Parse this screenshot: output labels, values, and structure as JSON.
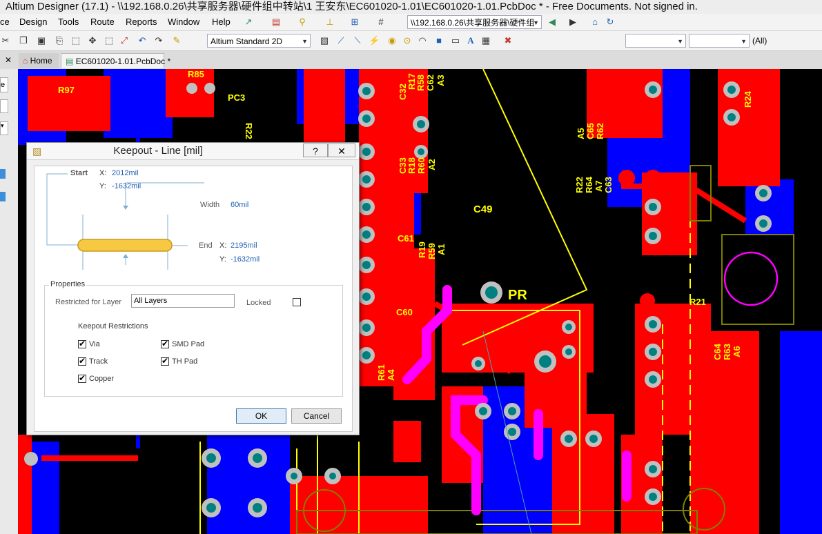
{
  "window": {
    "title": "Altium Designer (17.1) - \\\\192.168.0.26\\共享服务器\\硬件组中转站\\1 王安东\\EC601020-1.01\\EC601020-1.01.PcbDoc * - Free Documents. Not signed in."
  },
  "menu": {
    "items": [
      "ce",
      "Design",
      "Tools",
      "Route",
      "Reports",
      "Window",
      "Help"
    ]
  },
  "toolbar": {
    "path_combo": "\\\\192.168.0.26\\共享服务器\\硬件组",
    "view_combo": "Altium Standard 2D",
    "filter_combo": "(All)"
  },
  "tabs": [
    {
      "label": "Home"
    },
    {
      "label": "EC601020-1.01.PcbDoc *"
    }
  ],
  "left_panel": {
    "fragment": "e"
  },
  "dialog": {
    "title": "Keepout - Line [mil]",
    "help_label": "?",
    "close_label": "✕",
    "start": {
      "label": "Start",
      "x_label": "X:",
      "x": "2012mil",
      "y_label": "Y:",
      "y": "-1632mil"
    },
    "width": {
      "label": "Width",
      "value": "60mil"
    },
    "end": {
      "label": "End",
      "x_label": "X:",
      "x": "2195mil",
      "y_label": "Y:",
      "y": "-1632mil"
    },
    "properties": {
      "heading": "Properties",
      "layer_label": "Restricted for Layer",
      "layer_value": "All Layers",
      "locked_label": "Locked",
      "locked": false
    },
    "restrictions": {
      "heading": "Keepout Restrictions",
      "items": [
        {
          "label": "Via",
          "checked": true
        },
        {
          "label": "SMD Pad",
          "checked": true
        },
        {
          "label": "Track",
          "checked": true
        },
        {
          "label": "TH Pad",
          "checked": true
        },
        {
          "label": "Copper",
          "checked": true
        }
      ]
    },
    "ok_label": "OK",
    "cancel_label": "Cancel"
  },
  "pcb": {
    "designators": [
      "R97",
      "R85",
      "PC3",
      "R22",
      "C32",
      "R17",
      "R58",
      "C62",
      "A3",
      "C33",
      "R18",
      "R60",
      "A2",
      "C61",
      "R19",
      "R59",
      "A1",
      "C60",
      "R61",
      "A4",
      "C49",
      "PR",
      "R24",
      "A5",
      "C65",
      "R62",
      "R22",
      "R64",
      "A7",
      "C63",
      "R21",
      "C64",
      "R63",
      "A6"
    ],
    "colors": {
      "top": "#ff0000",
      "bottom": "#0000ff",
      "silk": "#ffff00",
      "keepout": "#ff00ff",
      "pad": "#c0c0c0",
      "hole": "#008080"
    }
  }
}
